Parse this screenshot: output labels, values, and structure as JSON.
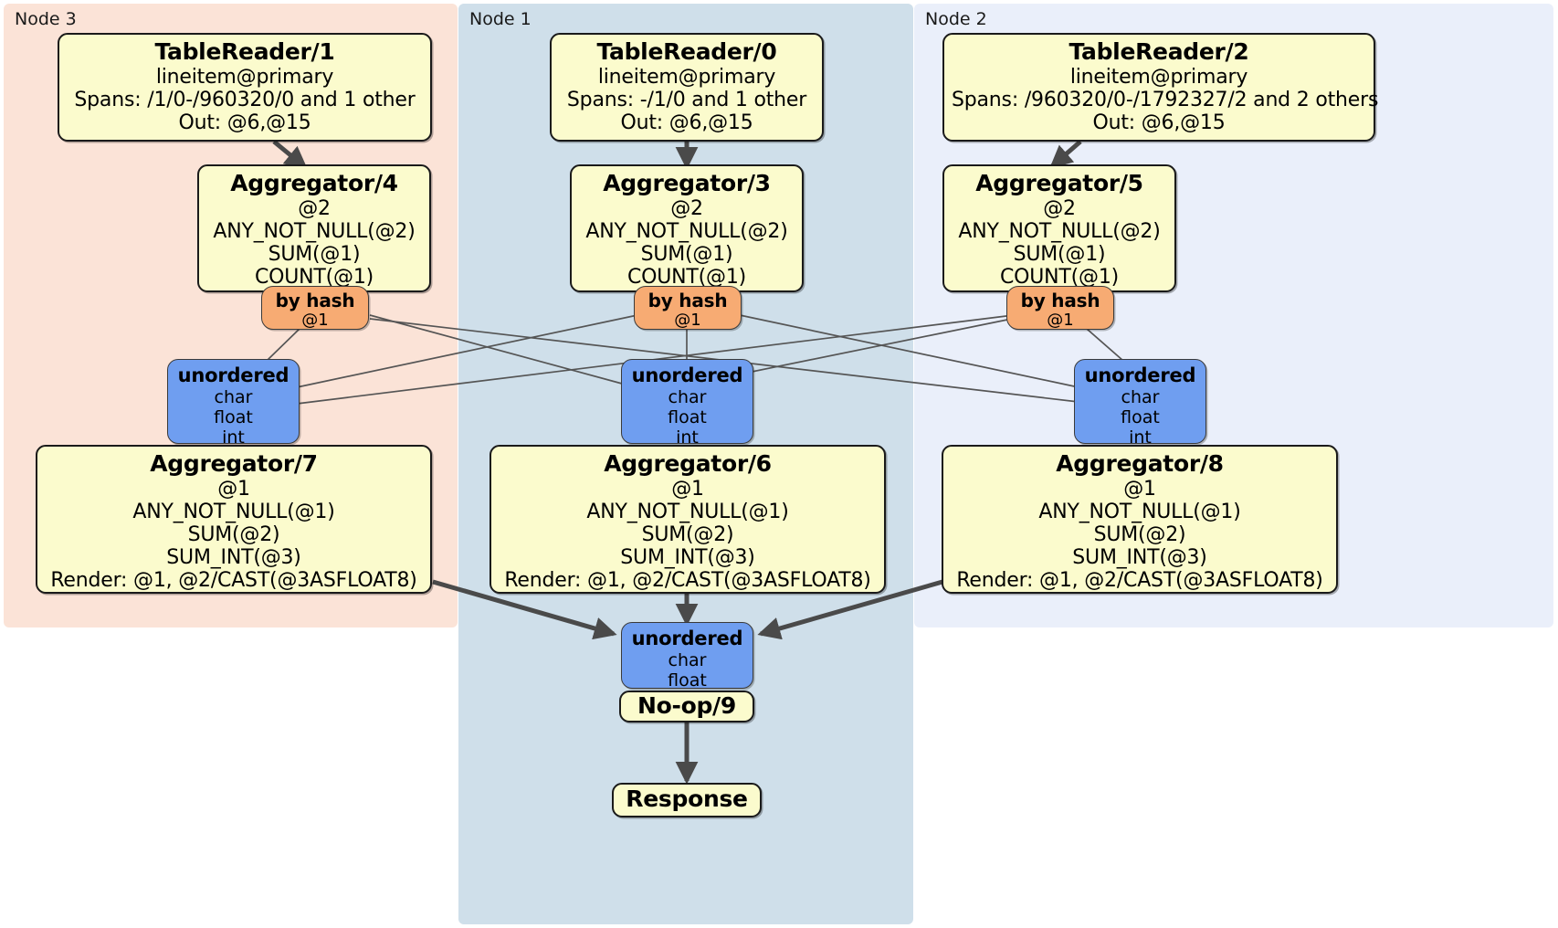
{
  "diagram": {
    "title": "distributed-query-plan",
    "colors": {
      "node3_panel": "#fbe3d7",
      "node1_panel": "#cfdfea",
      "node2_panel": "#eaeffa",
      "processor_fill": "#fbfbcd",
      "router_fill": "#f7ab73",
      "sync_fill": "#6f9ef0",
      "edge_stroke": "#4a4a4a",
      "border": "#1a1a1a"
    }
  },
  "nodes": [
    {
      "id": "node3",
      "label": "Node 3"
    },
    {
      "id": "node1",
      "label": "Node 1"
    },
    {
      "id": "node2",
      "label": "Node 2"
    }
  ],
  "processors": {
    "table_reader_1": {
      "title": "TableReader/1",
      "lines": [
        "lineitem@primary",
        "Spans: /1/0-/960320/0 and 1 other",
        "Out: @6,@15"
      ]
    },
    "table_reader_0": {
      "title": "TableReader/0",
      "lines": [
        "lineitem@primary",
        "Spans: -/1/0 and 1 other",
        "Out: @6,@15"
      ]
    },
    "table_reader_2": {
      "title": "TableReader/2",
      "lines": [
        "lineitem@primary",
        "Spans: /960320/0-/1792327/2 and 2 others",
        "Out: @6,@15"
      ]
    },
    "aggregator_4": {
      "title": "Aggregator/4",
      "lines": [
        "@2",
        "ANY_NOT_NULL(@2)",
        "SUM(@1)",
        "COUNT(@1)"
      ]
    },
    "aggregator_3": {
      "title": "Aggregator/3",
      "lines": [
        "@2",
        "ANY_NOT_NULL(@2)",
        "SUM(@1)",
        "COUNT(@1)"
      ]
    },
    "aggregator_5": {
      "title": "Aggregator/5",
      "lines": [
        "@2",
        "ANY_NOT_NULL(@2)",
        "SUM(@1)",
        "COUNT(@1)"
      ]
    },
    "aggregator_7": {
      "title": "Aggregator/7",
      "lines": [
        "@1",
        "ANY_NOT_NULL(@1)",
        "SUM(@2)",
        "SUM_INT(@3)",
        "Render: @1, @2/CAST(@3ASFLOAT8)"
      ]
    },
    "aggregator_6": {
      "title": "Aggregator/6",
      "lines": [
        "@1",
        "ANY_NOT_NULL(@1)",
        "SUM(@2)",
        "SUM_INT(@3)",
        "Render: @1, @2/CAST(@3ASFLOAT8)"
      ]
    },
    "aggregator_8": {
      "title": "Aggregator/8",
      "lines": [
        "@1",
        "ANY_NOT_NULL(@1)",
        "SUM(@2)",
        "SUM_INT(@3)",
        "Render: @1, @2/CAST(@3ASFLOAT8)"
      ]
    },
    "noop_9": {
      "title": "No-op/9",
      "lines": []
    },
    "response": {
      "title": "Response",
      "lines": []
    }
  },
  "routers": {
    "hash_left": {
      "title": "by hash",
      "line": "@1"
    },
    "hash_center": {
      "title": "by hash",
      "line": "@1"
    },
    "hash_right": {
      "title": "by hash",
      "line": "@1"
    }
  },
  "synchronizers": {
    "unordered_left": {
      "title": "unordered",
      "lines": [
        "char",
        "float",
        "int"
      ]
    },
    "unordered_center": {
      "title": "unordered",
      "lines": [
        "char",
        "float",
        "int"
      ]
    },
    "unordered_right": {
      "title": "unordered",
      "lines": [
        "char",
        "float",
        "int"
      ]
    },
    "unordered_final": {
      "title": "unordered",
      "lines": [
        "char",
        "float"
      ]
    }
  }
}
